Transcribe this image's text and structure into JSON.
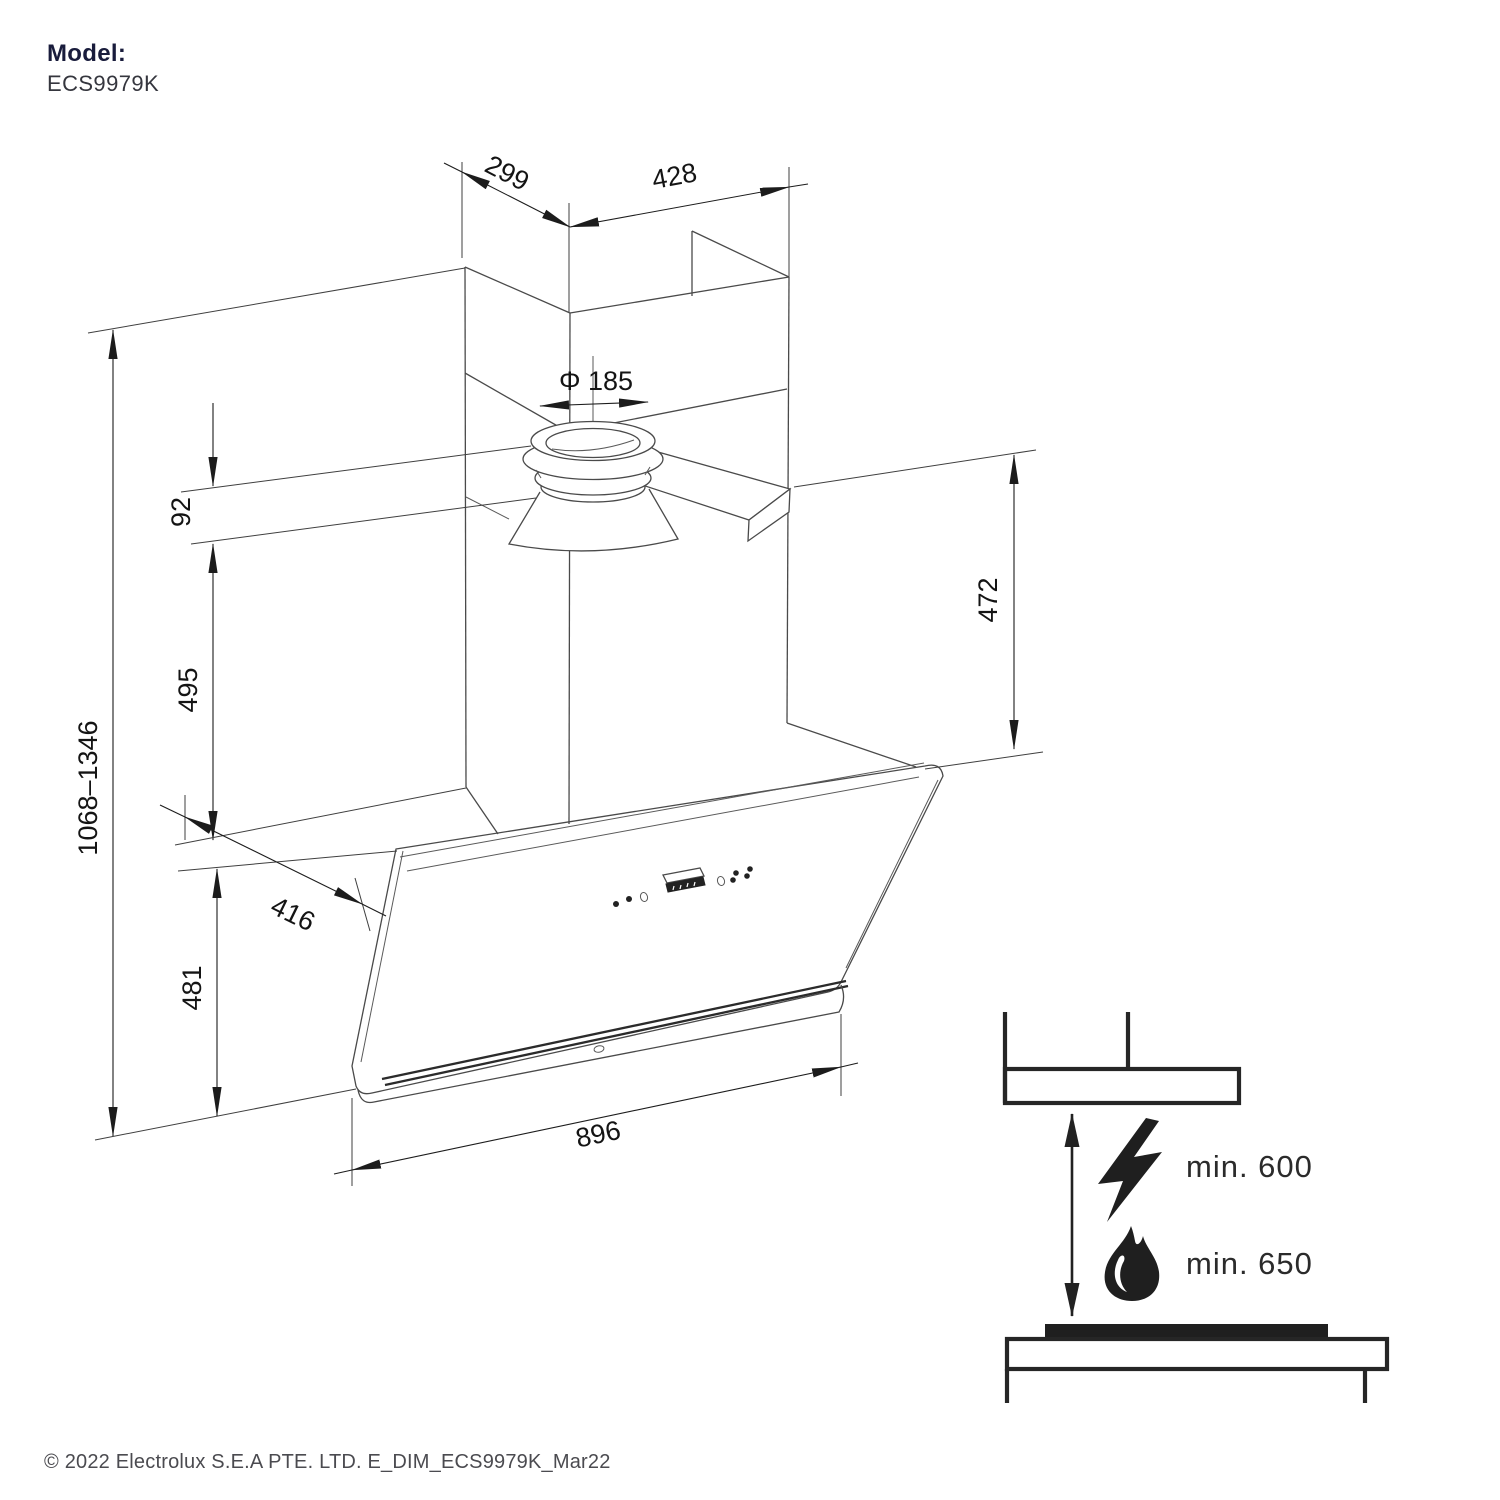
{
  "header": {
    "model_label": "Model:",
    "model_number": "ECS9979K"
  },
  "drawing": {
    "title_hint": "wall-mounted chimney hood dimension drawing",
    "dimensions": {
      "top_depth": "299",
      "top_width": "428",
      "duct_diameter": "Φ 185",
      "duct_collar_height": "92",
      "chimney_section_height": "495",
      "total_height_range": "1068–1346",
      "hood_top_depth": "416",
      "body_height": "481",
      "hood_width": "896",
      "right_side_height": "472"
    },
    "clearance_inset": {
      "electric_min": "min. 600",
      "gas_min": "min. 650",
      "icons": [
        "lightning-icon",
        "flame-icon"
      ]
    }
  },
  "footer": {
    "copyright": "© 2022 Electrolux S.E.A PTE. LTD. E_DIM_ECS9979K_Mar22"
  },
  "colors": {
    "background": "#ffffff",
    "drawing_line": "#4a4a4a",
    "dimension_line": "#1c1c1c",
    "model_label_navy": "#191c3c",
    "inset_line": "#262626"
  }
}
